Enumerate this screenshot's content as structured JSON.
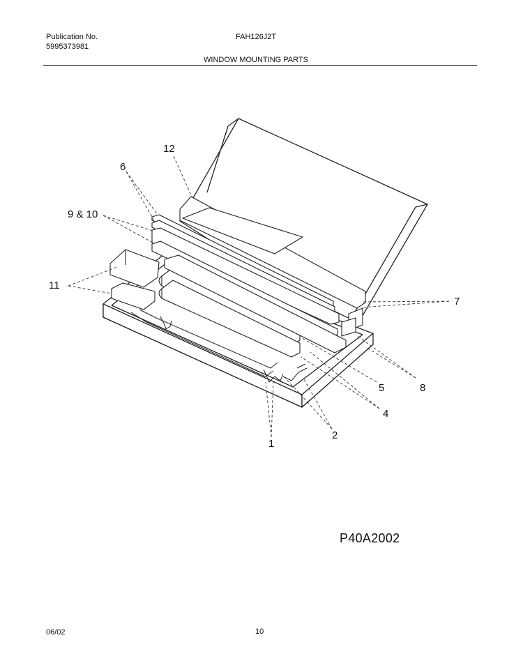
{
  "header": {
    "publication_label": "Publication No.",
    "publication_number": "5995373981",
    "model": "FAH126J2T",
    "section_title": "WINDOW MOUNTING PARTS"
  },
  "diagram": {
    "callouts": {
      "c1": "1",
      "c2": "2",
      "c4": "4",
      "c5": "5",
      "c6": "6",
      "c7": "7",
      "c8": "8",
      "c9_10": "9 & 10",
      "c11": "11",
      "c12": "12"
    },
    "plate_id": "P40A2002"
  },
  "footer": {
    "date": "06/02",
    "page": "10"
  }
}
